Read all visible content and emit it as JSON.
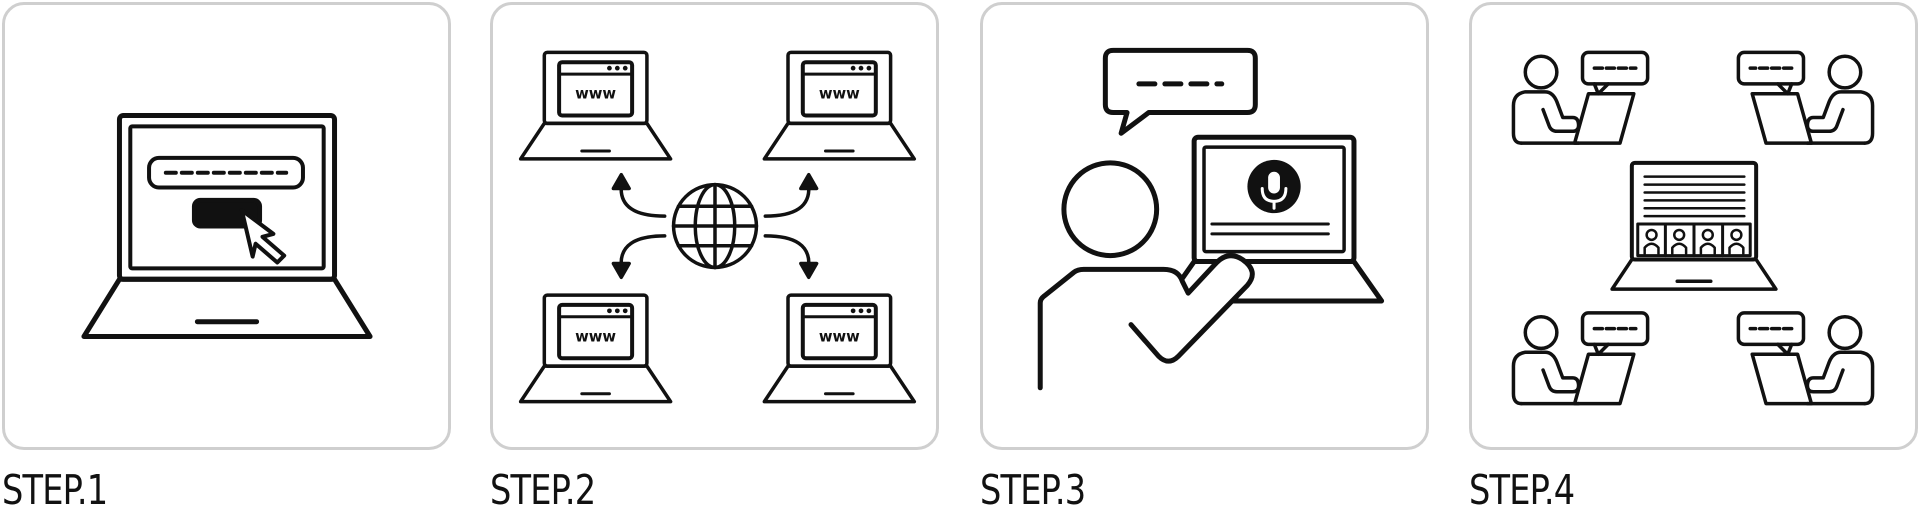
{
  "steps": [
    {
      "label": "STEP.1",
      "icon": "laptop-login-click-icon"
    },
    {
      "label": "STEP.2",
      "icon": "global-network-websites-icon"
    },
    {
      "label": "STEP.3",
      "icon": "person-voice-laptop-icon"
    },
    {
      "label": "STEP.4",
      "icon": "video-conference-meeting-icon"
    }
  ],
  "colors": {
    "stroke": "#111111",
    "border": "#cfcfcf",
    "background": "#ffffff"
  }
}
